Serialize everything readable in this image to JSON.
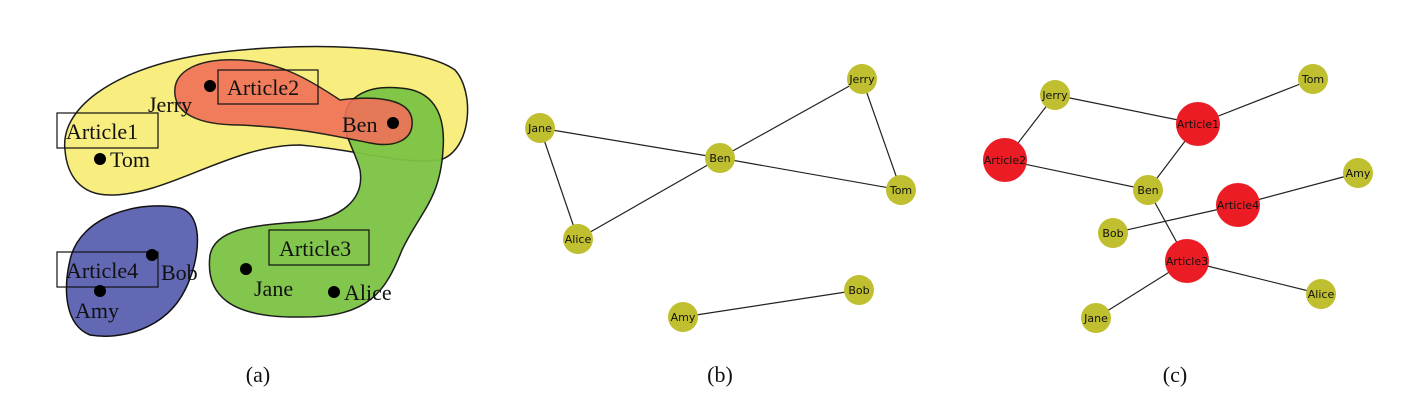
{
  "panel_a": {
    "caption": "(a)",
    "articles": [
      "Article1",
      "Article2",
      "Article3",
      "Article4"
    ],
    "people": [
      "Jerry",
      "Ben",
      "Tom",
      "Bob",
      "Amy",
      "Jane",
      "Alice"
    ],
    "colors": {
      "article1": "#f8ee7a",
      "article2": "#f07058",
      "article3": "#7cc444",
      "article4": "#6268b4"
    }
  },
  "panel_b": {
    "caption": "(b)",
    "nodes": [
      "Jane",
      "Ben",
      "Jerry",
      "Tom",
      "Alice",
      "Amy",
      "Bob"
    ],
    "edges": [
      [
        "Jane",
        "Ben"
      ],
      [
        "Jane",
        "Alice"
      ],
      [
        "Alice",
        "Ben"
      ],
      [
        "Ben",
        "Jerry"
      ],
      [
        "Ben",
        "Tom"
      ],
      [
        "Jerry",
        "Tom"
      ],
      [
        "Amy",
        "Bob"
      ]
    ],
    "node_color": "#bfbf30"
  },
  "panel_c": {
    "caption": "(c)",
    "nodes": [
      {
        "label": "Jerry",
        "type": "person"
      },
      {
        "label": "Tom",
        "type": "person"
      },
      {
        "label": "Article1",
        "type": "article"
      },
      {
        "label": "Article2",
        "type": "article"
      },
      {
        "label": "Ben",
        "type": "person"
      },
      {
        "label": "Amy",
        "type": "person"
      },
      {
        "label": "Article4",
        "type": "article"
      },
      {
        "label": "Bob",
        "type": "person"
      },
      {
        "label": "Article3",
        "type": "article"
      },
      {
        "label": "Alice",
        "type": "person"
      },
      {
        "label": "Jane",
        "type": "person"
      }
    ],
    "edges": [
      [
        "Jerry",
        "Article1"
      ],
      [
        "Article1",
        "Tom"
      ],
      [
        "Jerry",
        "Article2"
      ],
      [
        "Article2",
        "Ben"
      ],
      [
        "Ben",
        "Article1"
      ],
      [
        "Ben",
        "Article3"
      ],
      [
        "Bob",
        "Article4"
      ],
      [
        "Article4",
        "Amy"
      ],
      [
        "Article3",
        "Alice"
      ],
      [
        "Article3",
        "Jane"
      ]
    ],
    "person_color": "#bfbf30",
    "article_color": "#ec1c24"
  }
}
